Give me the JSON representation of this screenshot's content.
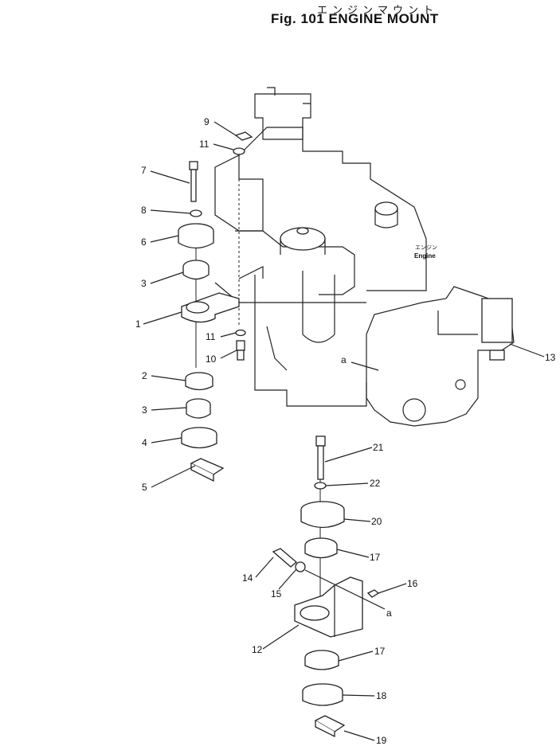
{
  "title": {
    "japanese": "エンジンマウント",
    "main": "Fig. 101  ENGINE MOUNT"
  },
  "engine_label": {
    "japanese": "エンジン",
    "english": "Engine"
  },
  "reference_marks": [
    "a",
    "a"
  ],
  "callouts": [
    "1",
    "2",
    "3",
    "3",
    "4",
    "5",
    "6",
    "7",
    "8",
    "9",
    "10",
    "11",
    "11",
    "12",
    "13",
    "14",
    "15",
    "16",
    "17",
    "17",
    "18",
    "19",
    "20",
    "21",
    "22"
  ]
}
